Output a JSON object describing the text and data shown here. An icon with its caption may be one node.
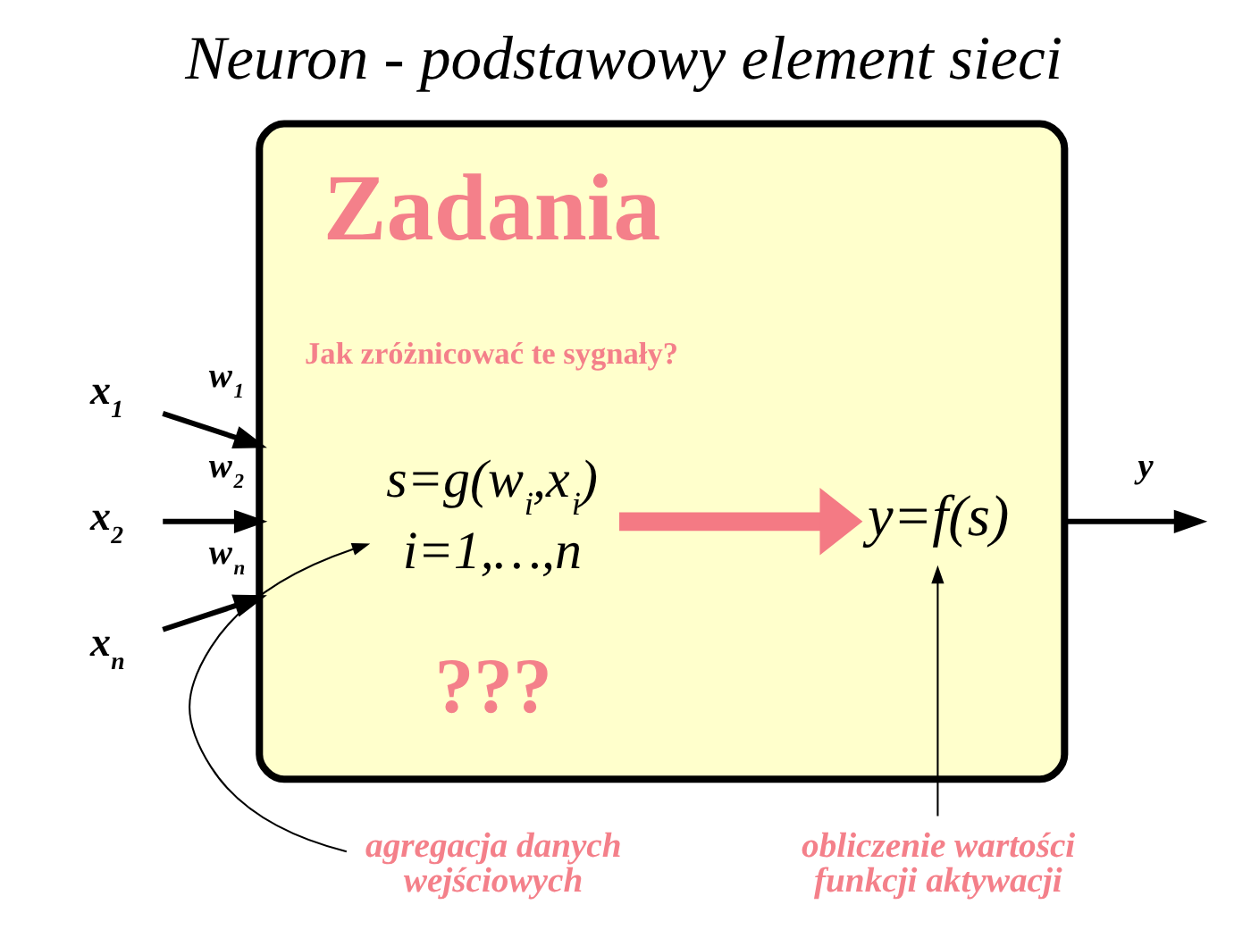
{
  "diagram": {
    "title": "Neuron - podstawowy element sieci",
    "nodes": [
      {
        "text": [
          "x$_{1}$"
        ]
      },
      {
        "text": [
          "x$_{2}$"
        ]
      },
      {
        "text": [
          "x$_{n}$"
        ]
      },
      {
        "text": [],
        "shape": "box"
      },
      {
        "text": [
          "s=g(w$_{i}$,x$_{i}$)",
          "i=1,…,n"
        ],
        "in": 3
      },
      {
        "text": [
          "y=f(s)"
        ],
        "in": 3
      },
      {
        "text": [
          "agregacja danych wejściowych"
        ]
      },
      {
        "text": [
          "obliczenie wartości funkcji aktywacji"
        ]
      }
    ],
    "edges": [
      {
        "from": 0,
        "to": 3,
        "arrow": "to",
        "label": "w$_{1}$"
      },
      {
        "from": 1,
        "to": 3,
        "arrow": "to",
        "label": "w$_{2}$"
      },
      {
        "from": 2,
        "to": 3,
        "arrow": "to",
        "label": "w$_{n}$"
      },
      {
        "from": 4,
        "to": 5,
        "arrow": "to",
        "style": "thick",
        "color": "#f47a84"
      },
      {
        "from": 3,
        "to": null,
        "arrow": "to",
        "label": "y"
      },
      {
        "from": 6,
        "to": 4,
        "arrow": "to"
      },
      {
        "from": 7,
        "to": 5,
        "arrow": "to"
      }
    ],
    "labels": [
      "Zadania",
      "Jak zróżnicować te sygnały?",
      "???"
    ]
  }
}
